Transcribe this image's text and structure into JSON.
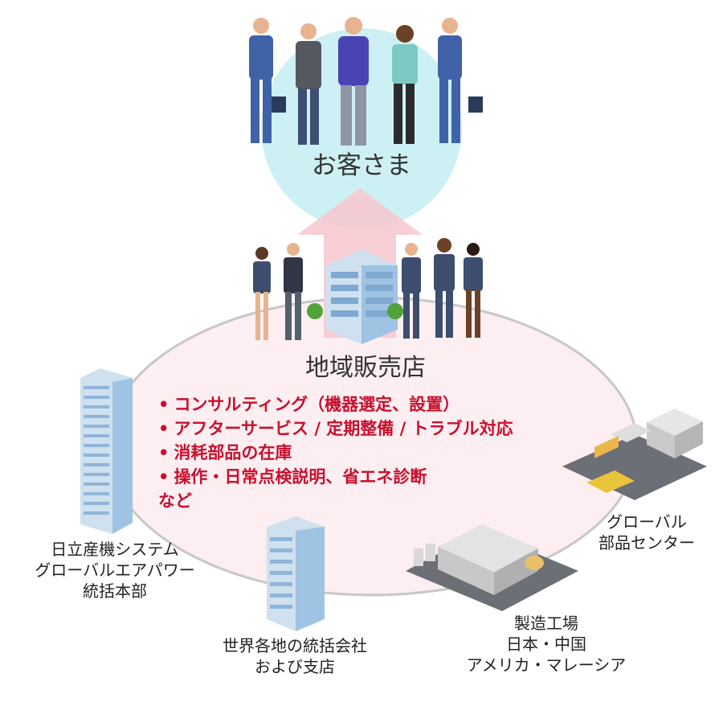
{
  "customer": {
    "label": "お客さま"
  },
  "dealer": {
    "title": "地域販売店",
    "bullet": "•",
    "services": [
      "コンサルティング（機器選定、設置）",
      "アフターサービス / 定期整備 / トラブル対応",
      "消耗部品の在庫",
      "操作・日常点検説明、省エネ診断"
    ],
    "suffix": "など"
  },
  "nodes": {
    "hq": [
      "日立産機システム",
      "グローバルエアパワー",
      "統括本部"
    ],
    "regional": [
      "世界各地の統括会社",
      "および支店"
    ],
    "factory": [
      "製造工場",
      "日本・中国",
      "アメリカ・マレーシア"
    ],
    "parts_center": [
      "グローバル",
      "部品センター"
    ]
  },
  "colors": {
    "customer_circle": "#cdf0f4",
    "arrow": "#f7c9d0",
    "ring": "#c7c7c7",
    "ring_fill": "#fdeef1",
    "service_text": "#c8102e",
    "building": "#9fc3e3"
  }
}
